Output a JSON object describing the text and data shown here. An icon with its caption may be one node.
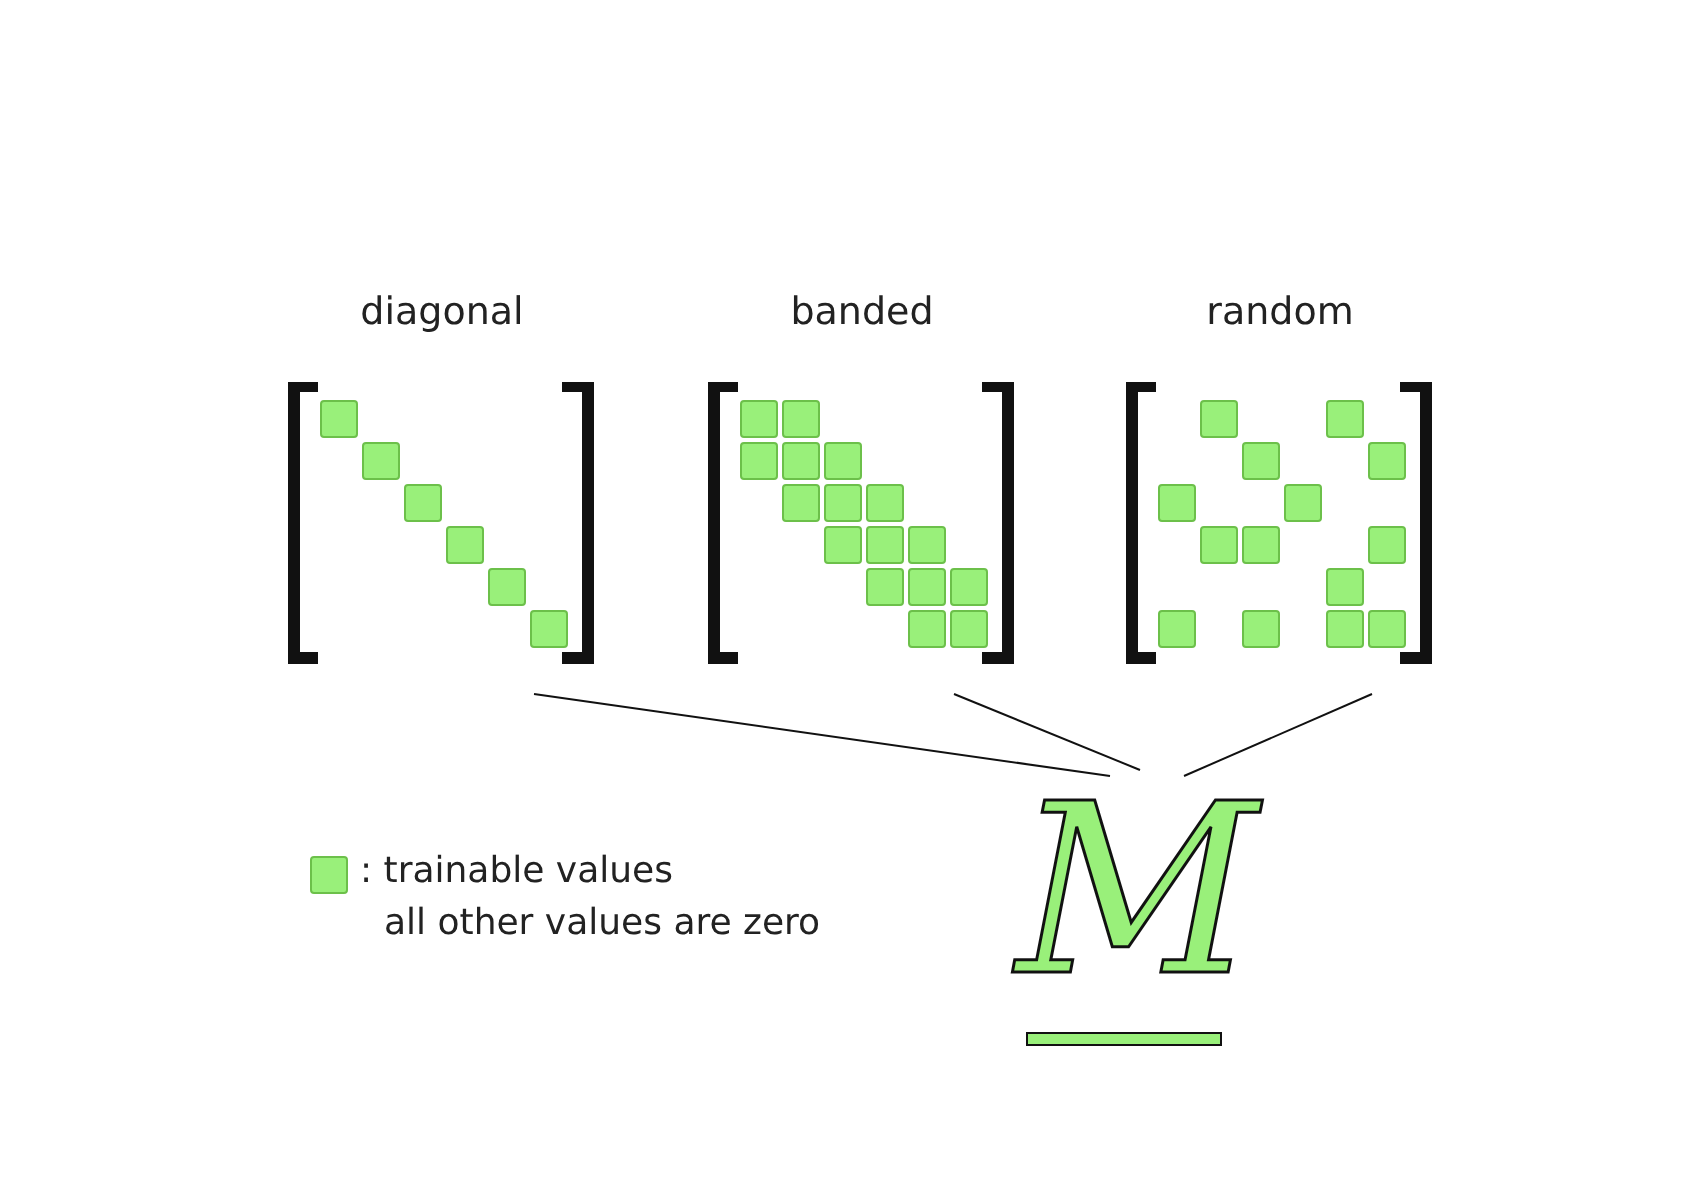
{
  "diagram": {
    "nodes": [
      {
        "text": [
          "diagonal"
        ]
      },
      {
        "text": [
          "banded"
        ]
      },
      {
        "text": [
          "random"
        ]
      },
      {
        "text": [
          "M"
        ]
      }
    ],
    "edges": [
      {
        "from": 0,
        "to": 3,
        "arrow": "none"
      },
      {
        "from": 1,
        "to": 3,
        "arrow": "none"
      },
      {
        "from": 2,
        "to": 3,
        "arrow": "none"
      }
    ],
    "labels": [
      "all other values are zero"
    ],
    "legend": [
      {
        "text": ": trainable values",
        "color": "#99f07a"
      }
    ]
  }
}
